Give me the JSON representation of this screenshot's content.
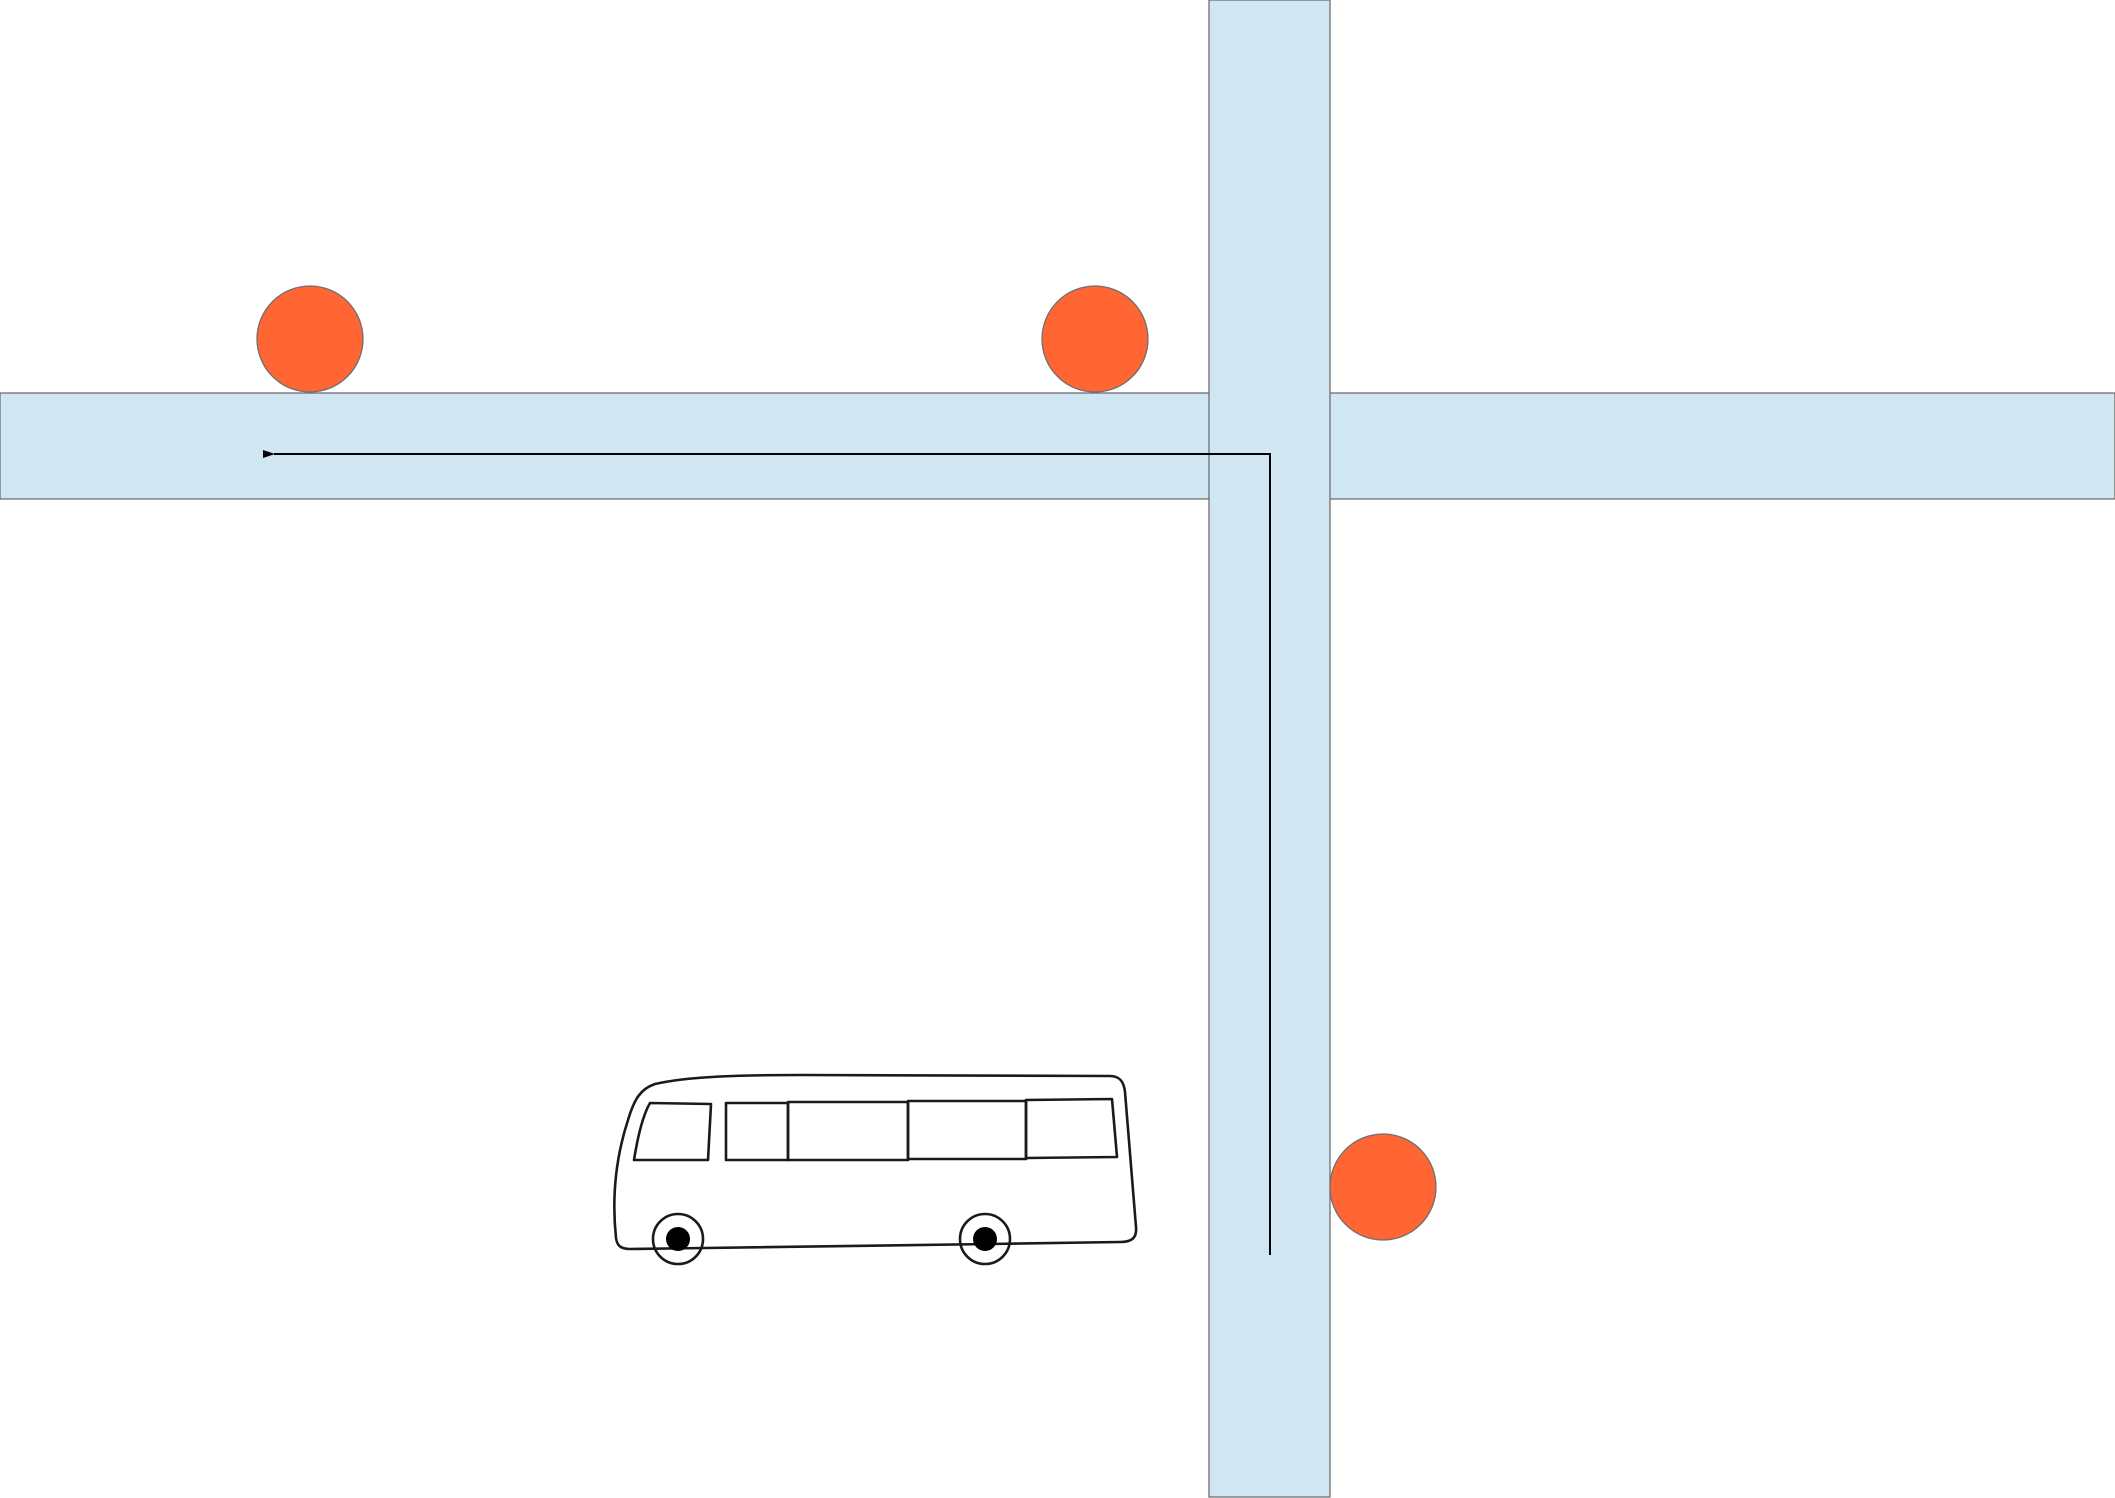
{
  "diagram": {
    "colors": {
      "background": "#ffffff",
      "road_fill": "#d1e6f3",
      "road_border": "#6f6f6f",
      "stop_fill": "#ff6633",
      "route_line": "#000000",
      "bus_outline": "#1a1a1a",
      "bus_body": "#ffffff",
      "wheel_hub": "#000000"
    },
    "elements": {
      "roads": [
        "horizontal-road",
        "vertical-road"
      ],
      "stops": [
        "bus-stop-left",
        "bus-stop-middle",
        "bus-stop-right"
      ],
      "route": "route-arrow",
      "vehicle": "bus-icon"
    }
  }
}
